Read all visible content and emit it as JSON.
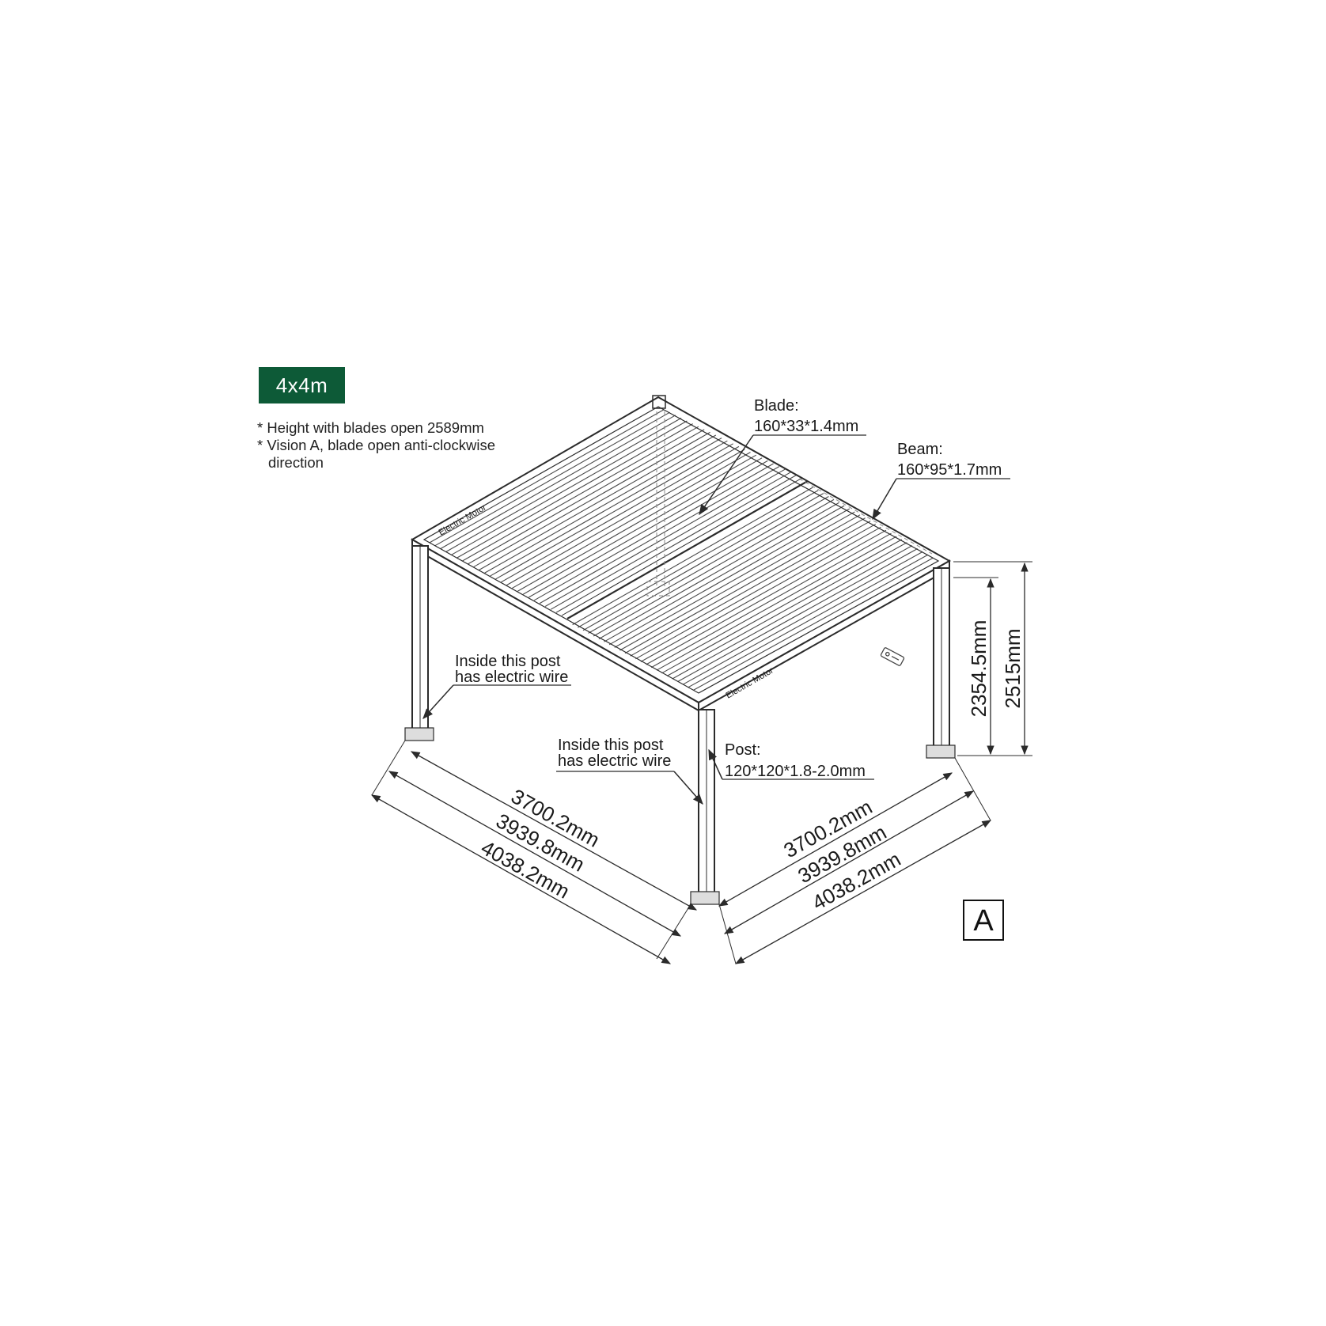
{
  "size_badge": "4x4m",
  "notes": [
    "* Height with blades open 2589mm",
    "* Vision A, blade open anti-clockwise",
    "direction"
  ],
  "blade_label": {
    "title": "Blade:",
    "spec": "160*33*1.4mm"
  },
  "beam_label": {
    "title": "Beam:",
    "spec": "160*95*1.7mm"
  },
  "post_label": {
    "title": "Post:",
    "spec": "120*120*1.8-2.0mm"
  },
  "left_post_note": {
    "line1": "Inside this post",
    "line2": "has electric wire"
  },
  "front_post_note": {
    "line1": "Inside this post",
    "line2": "has electric wire"
  },
  "motor_labels": [
    "Electric Motor",
    "Electric Motor"
  ],
  "left_dimensions": [
    "3700.2mm",
    "3939.8mm",
    "4038.2mm"
  ],
  "right_dimensions": [
    "3700.2mm",
    "3939.8mm",
    "4038.2mm"
  ],
  "height_dimensions": {
    "inner": "2354.5mm",
    "outer": "2515mm"
  },
  "view_marker": "A",
  "colors": {
    "badge": "#0d5a37",
    "line": "#2b2b2b",
    "text": "#1a1a1a"
  }
}
